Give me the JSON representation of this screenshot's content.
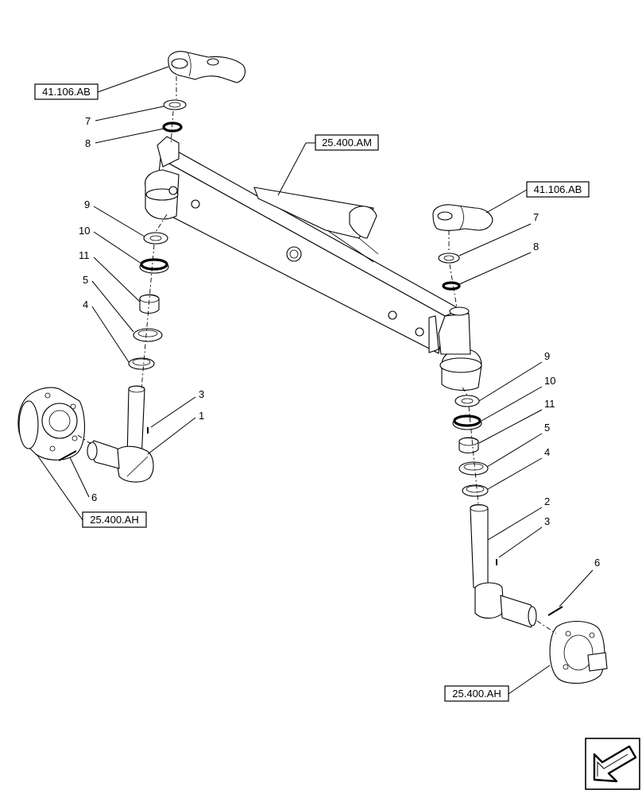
{
  "references": {
    "pivot_left": "41.106.AB",
    "pivot_right": "41.106.AB",
    "axle": "25.400.AM",
    "hub_left": "25.400.AH",
    "hub_right": "25.400.AH"
  },
  "callouts_left": {
    "n7": "7",
    "n8": "8",
    "n9": "9",
    "n10": "10",
    "n11": "11",
    "n5": "5",
    "n4": "4",
    "n3": "3",
    "n1": "1",
    "n6": "6"
  },
  "callouts_right": {
    "n7": "7",
    "n8": "8",
    "n9": "9",
    "n10": "10",
    "n11": "11",
    "n5": "5",
    "n4": "4",
    "n2": "2",
    "n3": "3",
    "n6": "6"
  },
  "nav": {
    "icon": "arrow-down-left-icon"
  }
}
